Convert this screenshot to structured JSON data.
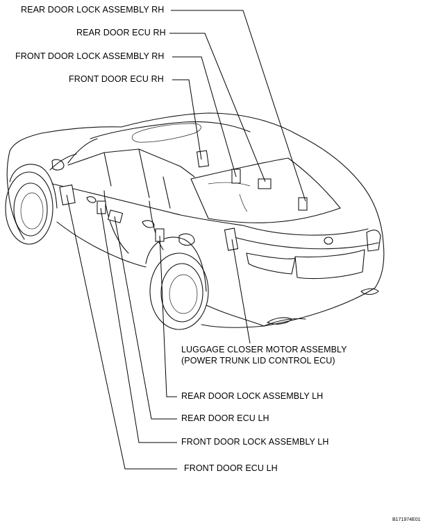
{
  "labels": {
    "rear_door_lock_rh": "REAR DOOR LOCK ASSEMBLY RH",
    "rear_door_ecu_rh": "REAR DOOR ECU RH",
    "front_door_lock_rh": "FRONT DOOR LOCK ASSEMBLY RH",
    "front_door_ecu_rh": "FRONT DOOR ECU RH",
    "luggage_closer_line1": "LUGGAGE CLOSER MOTOR ASSEMBLY",
    "luggage_closer_line2": "(POWER TRUNK LID CONTROL ECU)",
    "rear_door_lock_lh": "REAR DOOR LOCK ASSEMBLY LH",
    "rear_door_ecu_lh": "REAR DOOR ECU LH",
    "front_door_lock_lh": "FRONT DOOR LOCK ASSEMBLY LH",
    "front_door_ecu_lh": "FRONT DOOR ECU LH"
  },
  "figure_code": "B171974E01"
}
